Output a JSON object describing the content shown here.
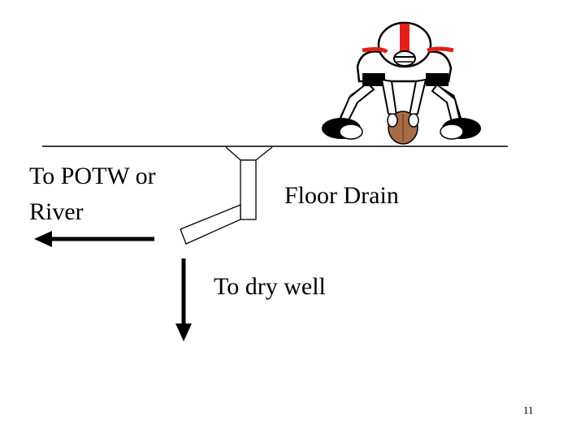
{
  "labels": {
    "to_potw_line1": "To POTW or",
    "to_potw_line2": "River",
    "floor_drain": "Floor Drain",
    "to_dry_well": "To dry well"
  },
  "page_number": "11",
  "icons": {
    "player": "football-lineman-icon",
    "left_arrow": "arrow-left-icon",
    "down_arrow": "arrow-down-icon"
  },
  "colors": {
    "helmet_stripe": "#e0201a",
    "football": "#a86b45",
    "line": "#000000"
  }
}
